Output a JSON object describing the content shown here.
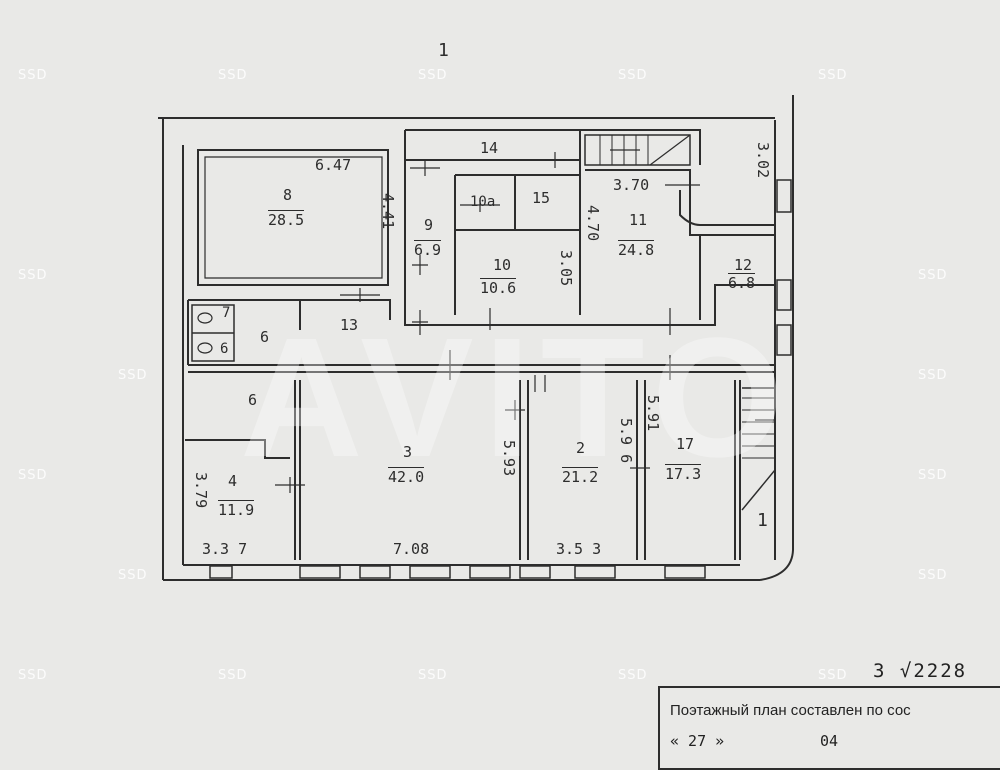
{
  "sheet_number": "1",
  "rooms": {
    "r8": {
      "number": "8",
      "area": "28.5"
    },
    "r9": {
      "number": "9",
      "area": "6.9"
    },
    "r10a": {
      "number": "10а"
    },
    "r15": {
      "number": "15"
    },
    "r10": {
      "number": "10",
      "area": "10.6"
    },
    "r11": {
      "number": "11",
      "area": "24.8"
    },
    "r12": {
      "number": "12",
      "area": "6.8"
    },
    "r14": {
      "number": "14"
    },
    "r13": {
      "number": "13"
    },
    "r7": {
      "number": "7"
    },
    "r6a": {
      "number": "6"
    },
    "r6b": {
      "number": "6"
    },
    "r6c": {
      "number": "6"
    },
    "r3": {
      "number": "3",
      "area": "42.0"
    },
    "r2": {
      "number": "2",
      "area": "21.2"
    },
    "r17": {
      "number": "17",
      "area": "17.3"
    },
    "r4": {
      "number": "4",
      "area": "11.9"
    },
    "r1": {
      "number": "1"
    }
  },
  "dimensions": {
    "d647": "6.47",
    "d441": "4.41",
    "d305": "3.05",
    "d470": "4.70",
    "d370": "3.70",
    "d302": "3.02",
    "d593": "5.93",
    "d596": "5.9 6",
    "d591": "5.91",
    "d379": "3.79",
    "d337": "3.3 7",
    "d708": "7.08",
    "d353": "3.5 3"
  },
  "watermark": {
    "label": "SSD",
    "big": "AVITO"
  },
  "stamp": {
    "text": "Поэтажный план составлен по сос",
    "number": "3 √2228",
    "row2_a": "« 27 »",
    "row2_b": "04"
  },
  "colors": {
    "paper": "#e9e9e7",
    "ink": "#2d2d2d"
  }
}
